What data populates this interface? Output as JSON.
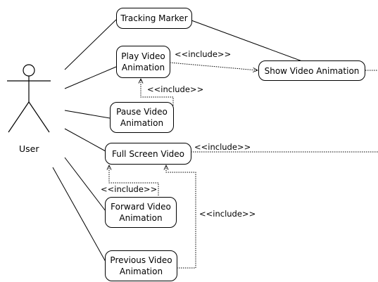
{
  "actor": {
    "name": "User"
  },
  "use_cases": {
    "tracking_marker": "Tracking Marker",
    "play_video": "Play Video\nAnimation",
    "show_video": "Show Video Animation",
    "pause_video": "Pause Video\nAnimation",
    "full_screen": "Full Screen Video",
    "forward_video": "Forward Video\nAnimation",
    "previous_video": "Previous Video\nAnimation"
  },
  "relations": {
    "play_show": "<<include>>",
    "pause_play": "<<include>>",
    "full_screen_out": "<<include>>",
    "forward_full": "<<include>>",
    "previous_full": "<<include>>"
  }
}
